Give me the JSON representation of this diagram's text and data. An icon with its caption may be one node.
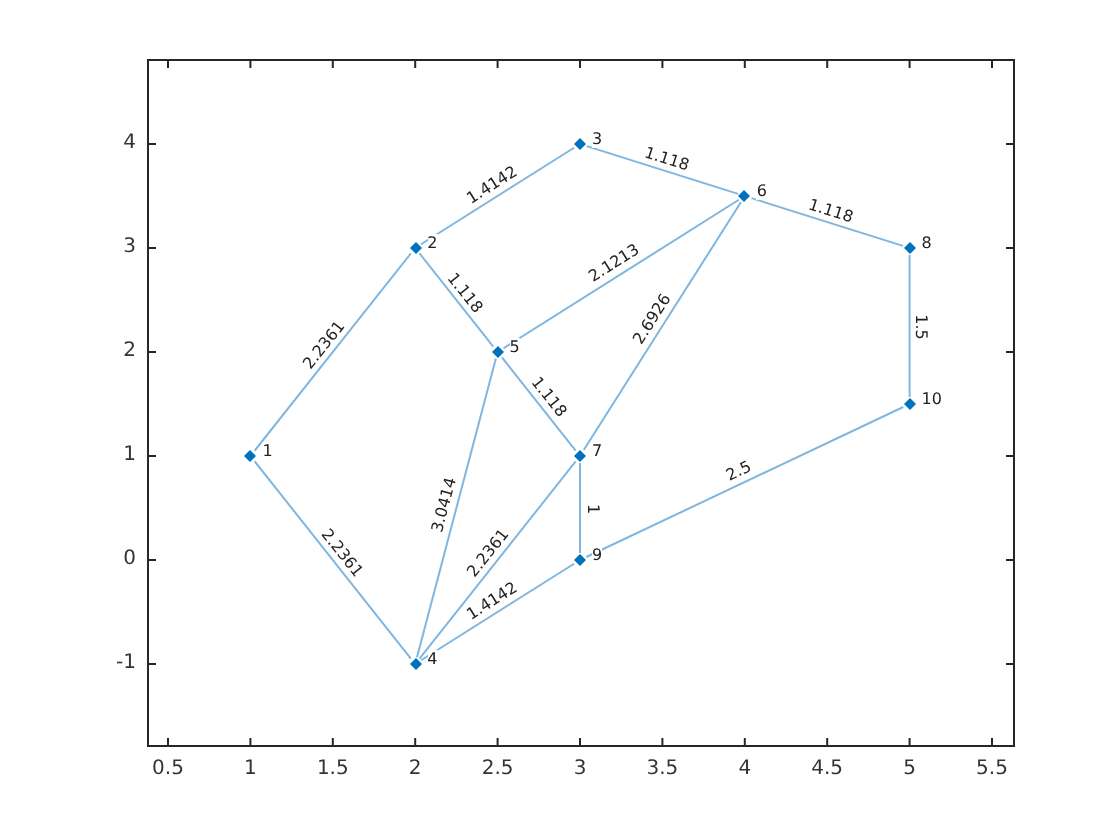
{
  "diagram": {
    "nodes": [
      {
        "text": [],
        "shape": "diamond",
        "beside": [
          "1"
        ]
      },
      {
        "text": [],
        "shape": "diamond",
        "beside": [
          "2"
        ]
      },
      {
        "text": [],
        "shape": "diamond",
        "beside": [
          "3"
        ]
      },
      {
        "text": [],
        "shape": "diamond",
        "beside": [
          "4"
        ]
      },
      {
        "text": [],
        "shape": "diamond",
        "beside": [
          "5"
        ]
      },
      {
        "text": [],
        "shape": "diamond",
        "beside": [
          "6"
        ]
      },
      {
        "text": [],
        "shape": "diamond",
        "beside": [
          "7"
        ]
      },
      {
        "text": [],
        "shape": "diamond",
        "beside": [
          "8"
        ]
      },
      {
        "text": [],
        "shape": "diamond",
        "beside": [
          "9"
        ]
      },
      {
        "text": [],
        "shape": "diamond",
        "beside": [
          "10"
        ]
      }
    ],
    "edges": [
      {
        "from": 0,
        "to": 1,
        "arrow": "none",
        "label": "2.2361"
      },
      {
        "from": 0,
        "to": 3,
        "arrow": "none",
        "label": "2.2361"
      },
      {
        "from": 1,
        "to": 2,
        "arrow": "none",
        "label": "1.4142"
      },
      {
        "from": 1,
        "to": 4,
        "arrow": "none",
        "label": "1.118"
      },
      {
        "from": 2,
        "to": 5,
        "arrow": "none",
        "label": "1.118"
      },
      {
        "from": 3,
        "to": 4,
        "arrow": "none",
        "label": "3.0414"
      },
      {
        "from": 3,
        "to": 6,
        "arrow": "none",
        "label": "2.2361"
      },
      {
        "from": 3,
        "to": 8,
        "arrow": "none",
        "label": "1.4142"
      },
      {
        "from": 4,
        "to": 5,
        "arrow": "none",
        "label": "2.1213"
      },
      {
        "from": 4,
        "to": 6,
        "arrow": "none",
        "label": "1.118"
      },
      {
        "from": 5,
        "to": 6,
        "arrow": "none",
        "label": "2.6926"
      },
      {
        "from": 5,
        "to": 7,
        "arrow": "none",
        "label": "1.118"
      },
      {
        "from": 6,
        "to": 8,
        "arrow": "none",
        "label": "1"
      },
      {
        "from": 7,
        "to": 9,
        "arrow": "none",
        "label": "1.5"
      },
      {
        "from": 8,
        "to": 9,
        "arrow": "none",
        "label": "2.5"
      }
    ],
    "labels": [
      "4",
      "3",
      "2",
      "1",
      "0",
      "-1",
      "0.5",
      "1",
      "1.5",
      "2",
      "2.5",
      "3",
      "3.5",
      "4",
      "4.5",
      "5",
      "5.5"
    ]
  }
}
